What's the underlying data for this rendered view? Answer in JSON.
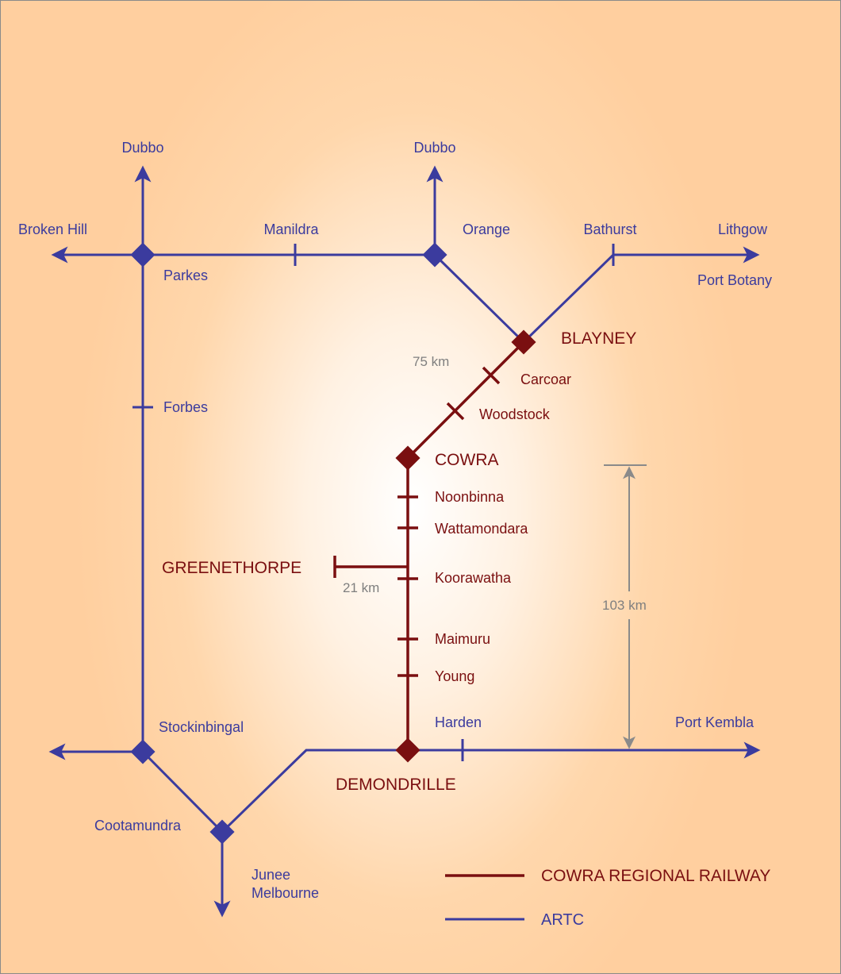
{
  "colors": {
    "artc": "#3b3b9e",
    "crr": "#7a0f10",
    "dimension": "#8a8a8a",
    "background_center": "#ffffff",
    "background_edge": "#ffcf9f"
  },
  "places": {
    "dubbo_west": "Dubbo",
    "dubbo_east": "Dubbo",
    "broken_hill": "Broken Hill",
    "manildra": "Manildra",
    "orange": "Orange",
    "bathurst": "Bathurst",
    "lithgow": "Lithgow",
    "parkes": "Parkes",
    "port_botany": "Port Botany",
    "blayney": "BLAYNEY",
    "carcoar": "Carcoar",
    "woodstock": "Woodstock",
    "cowra": "COWRA",
    "forbes": "Forbes",
    "noonbinna": "Noonbinna",
    "wattamondara": "Wattamondara",
    "greenethorpe": "GREENETHORPE",
    "koorawatha": "Koorawatha",
    "maimuru": "Maimuru",
    "young": "Young",
    "stockinbingal": "Stockinbingal",
    "harden": "Harden",
    "port_kembla": "Port Kembla",
    "demondrille": "DEMONDRILLE",
    "cootamundra": "Cootamundra",
    "junee": "Junee",
    "melbourne": "Melbourne"
  },
  "distances": {
    "blayney_cowra": "75 km",
    "greenethorpe_branch": "21 km",
    "cowra_demondrille": "103 km"
  },
  "legend": {
    "crr_label": "COWRA REGIONAL RAILWAY",
    "artc_label": "ARTC"
  }
}
